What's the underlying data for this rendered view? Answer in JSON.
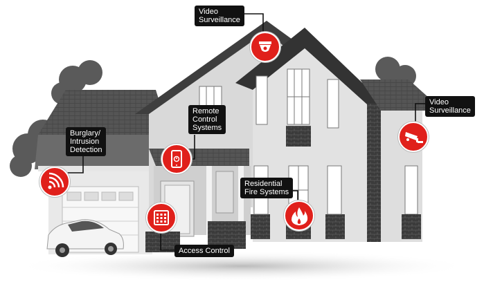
{
  "labels": {
    "video_top": "Video\nSurveillance",
    "video_right": "Video\nSurveillance",
    "remote": "Remote\nControl\nSystems",
    "burglary": "Burglary/\nIntrusion\nDetection",
    "fire": "Residential\nFire Systems",
    "access": "Access Control"
  },
  "icons": {
    "video_top": "security-camera-icon",
    "video_right": "cctv-camera-icon",
    "remote": "smartphone-icon",
    "burglary": "wireless-signal-icon",
    "fire": "flame-icon",
    "access": "keypad-icon"
  },
  "colors": {
    "accent": "#e0201b",
    "label_bg": "#111111"
  }
}
